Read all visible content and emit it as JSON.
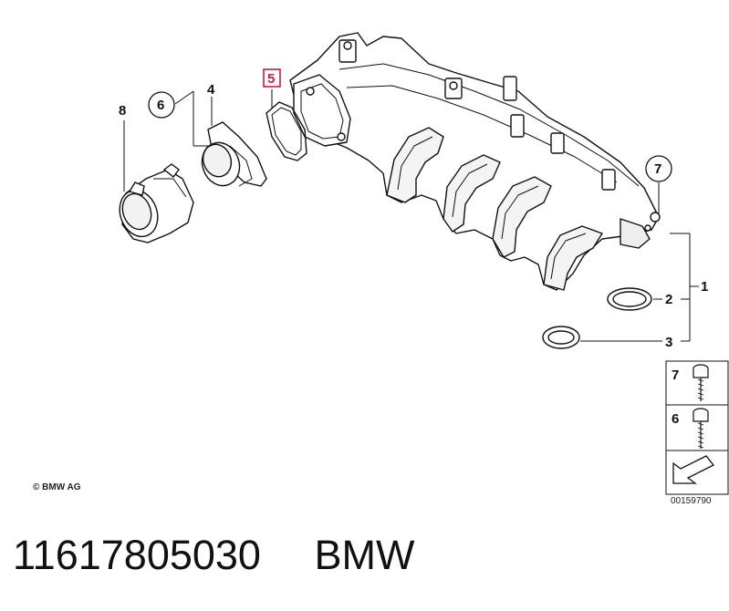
{
  "diagram": {
    "callouts": {
      "c1": "1",
      "c2": "2",
      "c3": "3",
      "c4": "4",
      "c5": "5",
      "c6": "6",
      "c7": "7",
      "c8": "8"
    },
    "legend": [
      {
        "label": "7",
        "icon": "short-bolt-icon"
      },
      {
        "label": "6",
        "icon": "long-bolt-icon"
      }
    ],
    "copyright": "© BMW AG",
    "drawing_code": "00159790",
    "highlight_color": "#d01c3a"
  },
  "part_label": {
    "part_number": "11617805030",
    "brand": "BMW"
  }
}
